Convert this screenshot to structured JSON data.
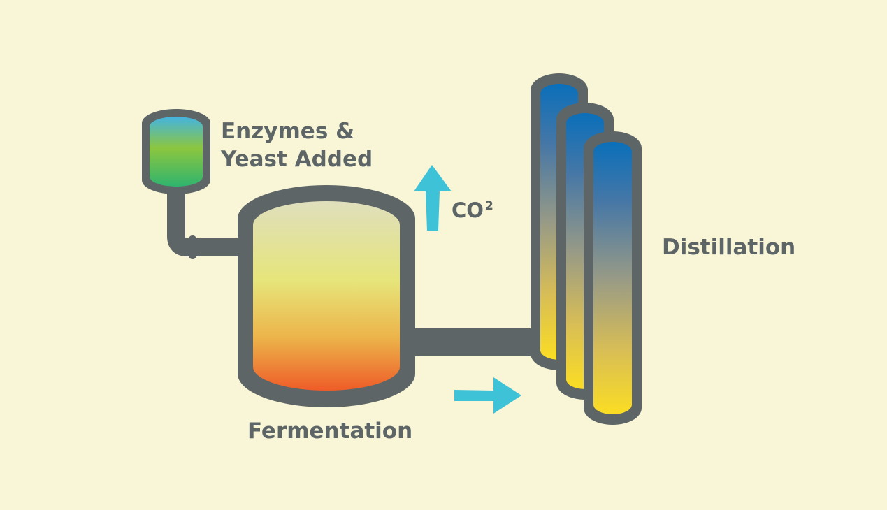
{
  "labels": {
    "enzymes_line1": "Enzymes &",
    "enzymes_line2": "Yeast Added",
    "co2_base": "CO",
    "co2_super": "2",
    "distillation": "Distillation",
    "fermentation": "Fermentation"
  },
  "colors": {
    "background": "#f8f6d7",
    "equipment": "#5d6566",
    "arrow": "#3ec2d8",
    "text": "#5d6566"
  },
  "icons": {
    "enzyme_tank": "small-tank-icon",
    "fermentation_tank": "large-tank-icon",
    "distillation_columns": "column-icon",
    "co2_arrow": "arrow-up-icon",
    "flow_arrow": "arrow-right-icon"
  }
}
